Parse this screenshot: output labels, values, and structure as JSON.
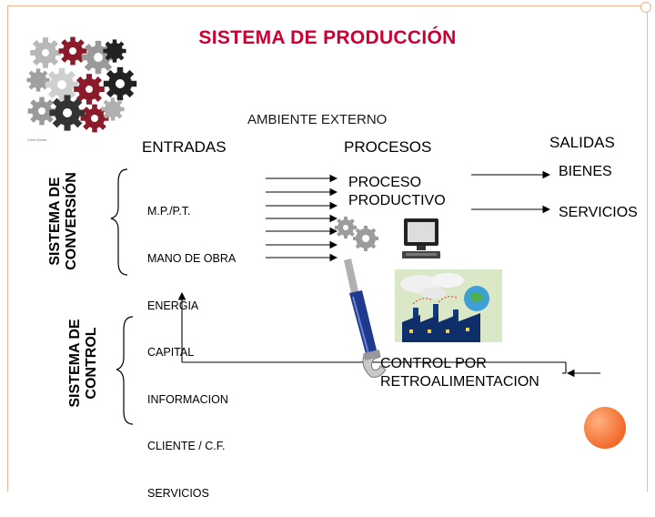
{
  "title": "SISTEMA DE PRODUCCIÓN",
  "ambiente": "AMBIENTE EXTERNO",
  "headers": {
    "entradas": "ENTRADAS",
    "procesos": "PROCESOS",
    "salidas": "SALIDAS"
  },
  "side_labels": {
    "conversion_line1": "SISTEMA DE",
    "conversion_line2": "CONVERSIÓN",
    "control_line1": "SISTEMA DE",
    "control_line2": "CONTROL"
  },
  "inputs": [
    "M.P./P.T.",
    "MANO DE OBRA",
    "ENERGIA",
    "CAPITAL",
    "INFORMACION",
    "CLIENTE / C.F.",
    "SERVICIOS"
  ],
  "process_label": [
    "PROCESO",
    "PRODUCTIVO"
  ],
  "outputs": [
    "BIENES",
    "SERVICIOS"
  ],
  "control_label": [
    "CONTROL POR",
    "RETROALIMENTACION"
  ],
  "clipart_credit": "Corel Zoner",
  "colors": {
    "title": "#cc0033",
    "accent_orange": "#f26a2a",
    "gear_red": "#8b1a2a",
    "gear_gray": "#9a9a9a",
    "border": "#f3b38c"
  },
  "icons": [
    "gears-cluster-icon",
    "small-gears-icon",
    "computer-icon",
    "wrench-icon",
    "factory-icon"
  ]
}
